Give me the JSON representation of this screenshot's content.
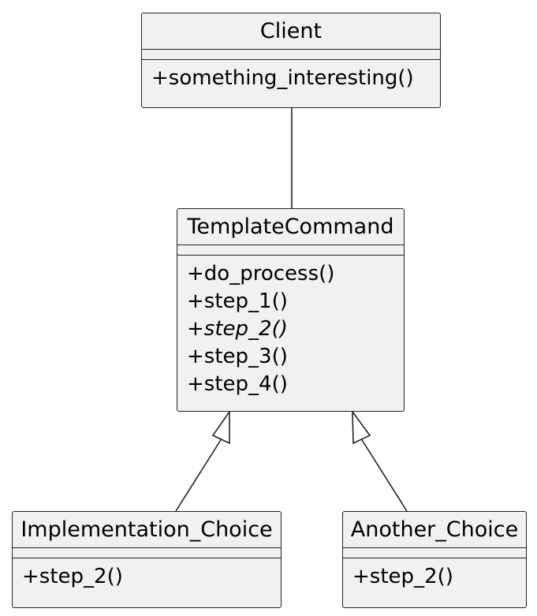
{
  "diagram": {
    "classes": {
      "client": {
        "name": "Client",
        "operations": [
          {
            "label": "+something_interesting()",
            "abstract": false
          }
        ]
      },
      "template_command": {
        "name": "TemplateCommand",
        "operations": [
          {
            "label": "+do_process()",
            "abstract": false
          },
          {
            "label": "+step_1()",
            "abstract": false
          },
          {
            "label": "+step_2()",
            "abstract": true
          },
          {
            "label": "+step_3()",
            "abstract": false
          },
          {
            "label": "+step_4()",
            "abstract": false
          }
        ]
      },
      "implementation_choice": {
        "name": "Implementation_Choice",
        "operations": [
          {
            "label": "+step_2()",
            "abstract": false
          }
        ]
      },
      "another_choice": {
        "name": "Another_Choice",
        "operations": [
          {
            "label": "+step_2()",
            "abstract": false
          }
        ]
      }
    },
    "relations": [
      {
        "type": "association",
        "from": "client",
        "to": "template_command"
      },
      {
        "type": "generalization",
        "from": "implementation_choice",
        "to": "template_command"
      },
      {
        "type": "generalization",
        "from": "another_choice",
        "to": "template_command"
      }
    ],
    "colors": {
      "class_fill": "#f1f1f1",
      "border": "#222222",
      "line": "#222222",
      "background": "#ffffff"
    }
  }
}
